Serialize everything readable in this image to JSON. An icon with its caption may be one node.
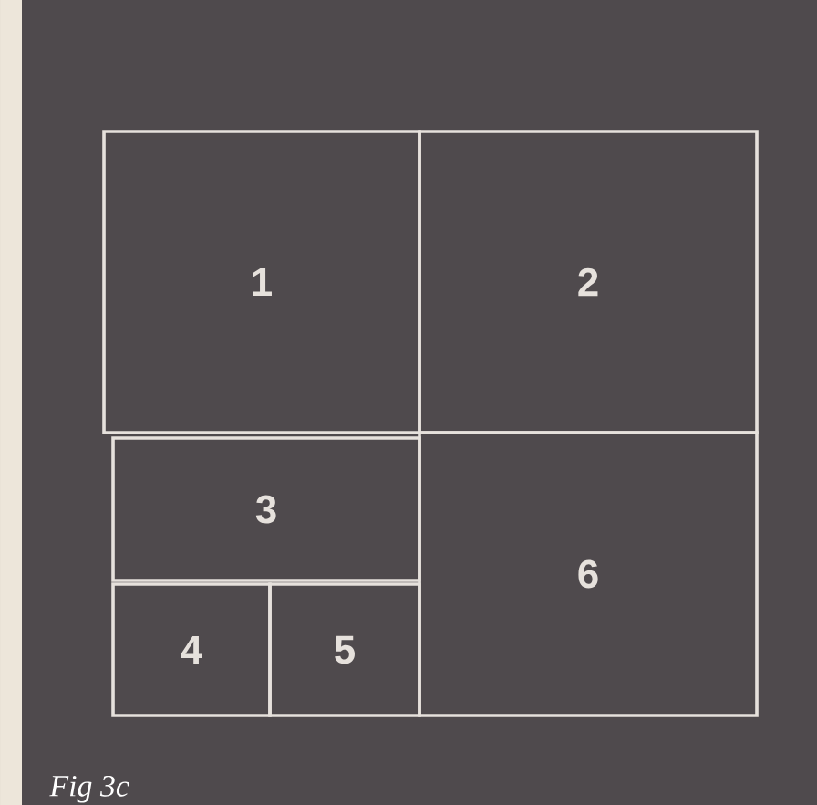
{
  "diagram": {
    "caption": "Fig 3c",
    "nodes": [
      {
        "text": [
          "1"
        ]
      },
      {
        "text": [
          "2"
        ]
      },
      {
        "text": [
          "3"
        ]
      },
      {
        "text": [
          "4"
        ]
      },
      {
        "text": [
          "5"
        ]
      },
      {
        "text": [
          "6"
        ]
      }
    ]
  }
}
